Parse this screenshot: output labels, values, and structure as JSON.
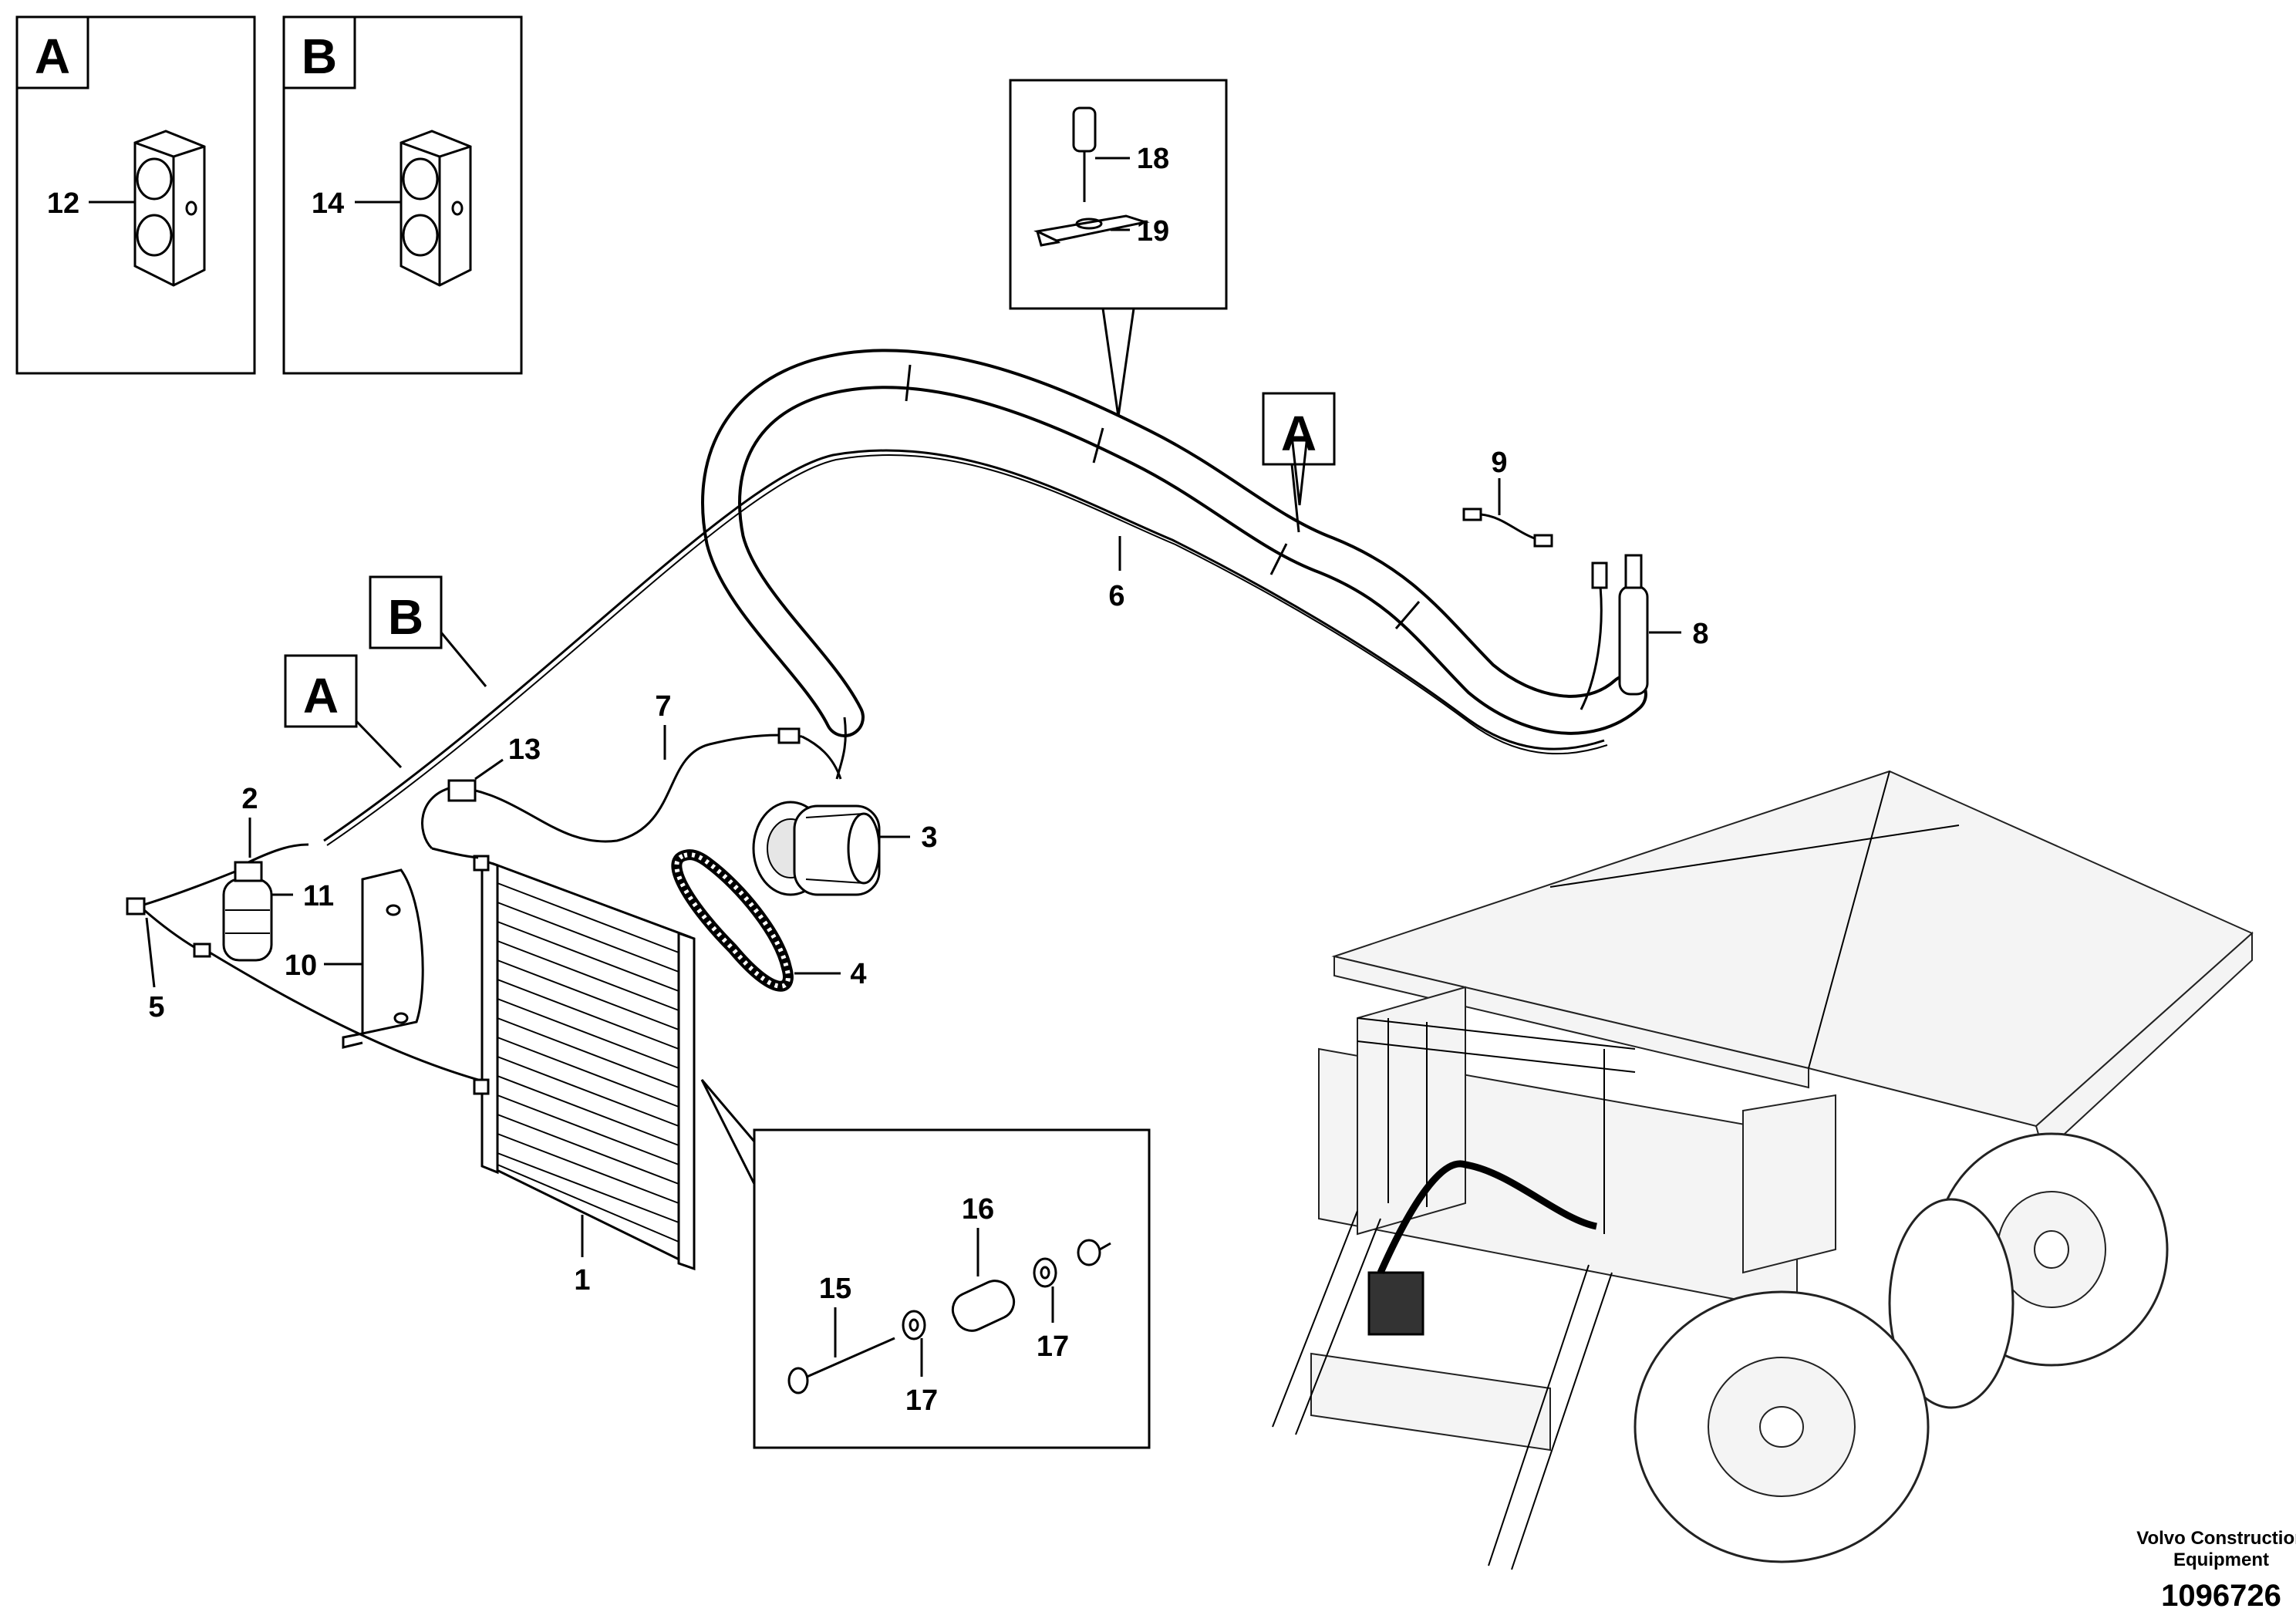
{
  "callouts": {
    "c1": "1",
    "c2": "2",
    "c3": "3",
    "c4": "4",
    "c5": "5",
    "c6": "6",
    "c7": "7",
    "c8": "8",
    "c9": "9",
    "c10": "10",
    "c11": "11",
    "c12": "12",
    "c13": "13",
    "c14": "14",
    "c15": "15",
    "c16": "16",
    "c17a": "17",
    "c17b": "17",
    "c18": "18",
    "c19": "19"
  },
  "detail_tags": {
    "box_a": "A",
    "box_b": "B",
    "ref_a_upper": "A",
    "ref_a_lower": "A",
    "ref_b": "B"
  },
  "footer": {
    "brand_line1": "Volvo Construction",
    "brand_line2": "Equipment",
    "figure_number": "1096726"
  }
}
